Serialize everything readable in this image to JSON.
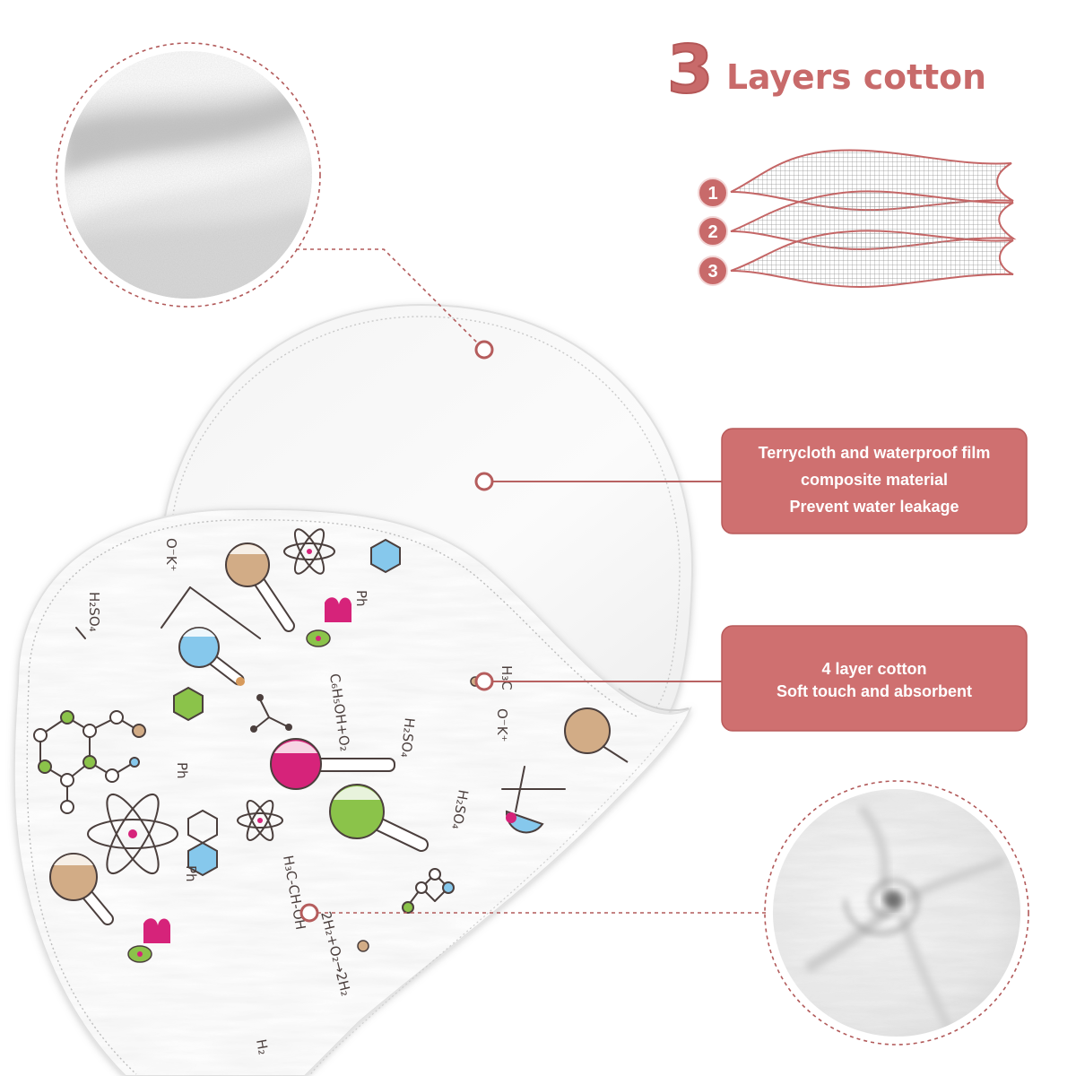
{
  "heading": {
    "number": "3",
    "text": "Layers cotton"
  },
  "layers": [
    "1",
    "2",
    "3"
  ],
  "callouts": [
    {
      "lines": [
        "Terrycloth and waterproof film",
        "composite material",
        "Prevent water leakage"
      ]
    },
    {
      "lines": [
        "4 layer cotton",
        "Soft touch and absorbent"
      ]
    }
  ],
  "pattern_text": [
    "H₂SO₄",
    "O⁻K⁺",
    "Ph",
    "C₆H₅OH+O₂",
    "H₂SO₄",
    "H₃C",
    "O⁻K⁺",
    "H₂SO₄",
    "Ph",
    "Ph",
    "H₃C-CH-OH",
    "2H₂+O₂→2H₂",
    "H₂"
  ],
  "colors": {
    "accent": "#c86a6a",
    "callout_fill": "#cf7070",
    "connector": "#b25a5a",
    "print_magenta": "#d6237a",
    "print_green": "#8bc34a",
    "print_blue": "#86c8ec",
    "print_beige": "#d2ac86"
  }
}
